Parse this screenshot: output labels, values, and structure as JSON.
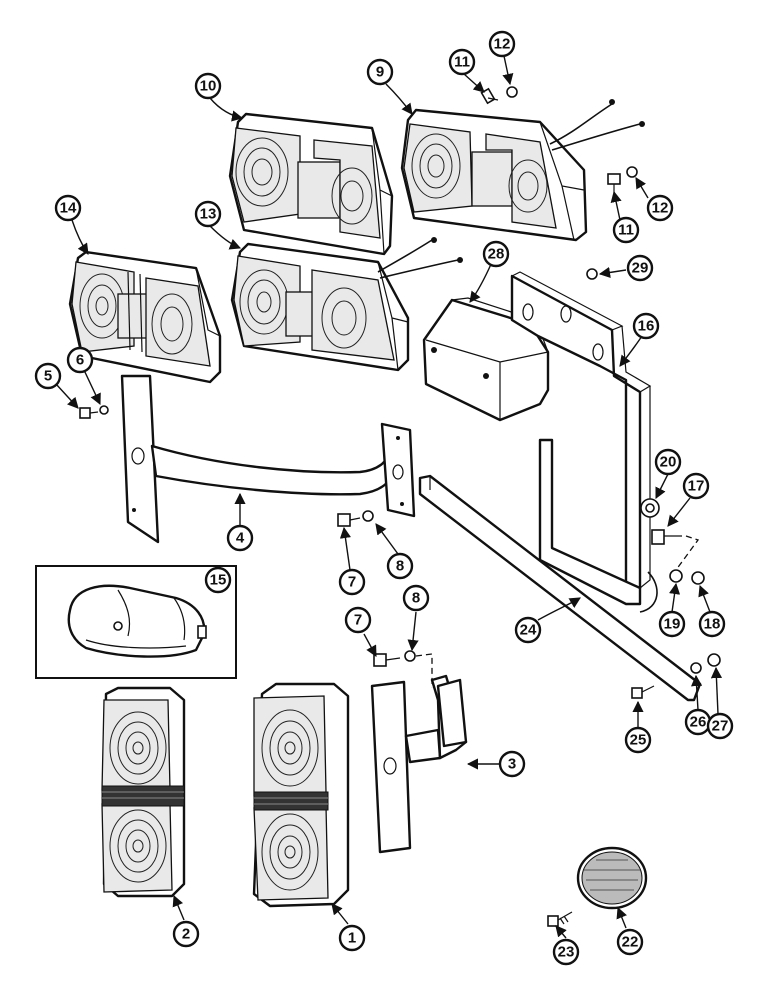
{
  "callouts": {
    "c1": "1",
    "c2": "2",
    "c3": "3",
    "c4": "4",
    "c5": "5",
    "c6": "6",
    "c7a": "7",
    "c7b": "7",
    "c8a": "8",
    "c8b": "8",
    "c9": "9",
    "c10": "10",
    "c11a": "11",
    "c11b": "11",
    "c12a": "12",
    "c12b": "12",
    "c13": "13",
    "c14": "14",
    "c15": "15",
    "c16": "16",
    "c17": "17",
    "c18": "18",
    "c19": "19",
    "c20": "20",
    "c22": "22",
    "c23": "23",
    "c24": "24",
    "c25": "25",
    "c26": "26",
    "c27": "27",
    "c28": "28",
    "c29": "29"
  }
}
